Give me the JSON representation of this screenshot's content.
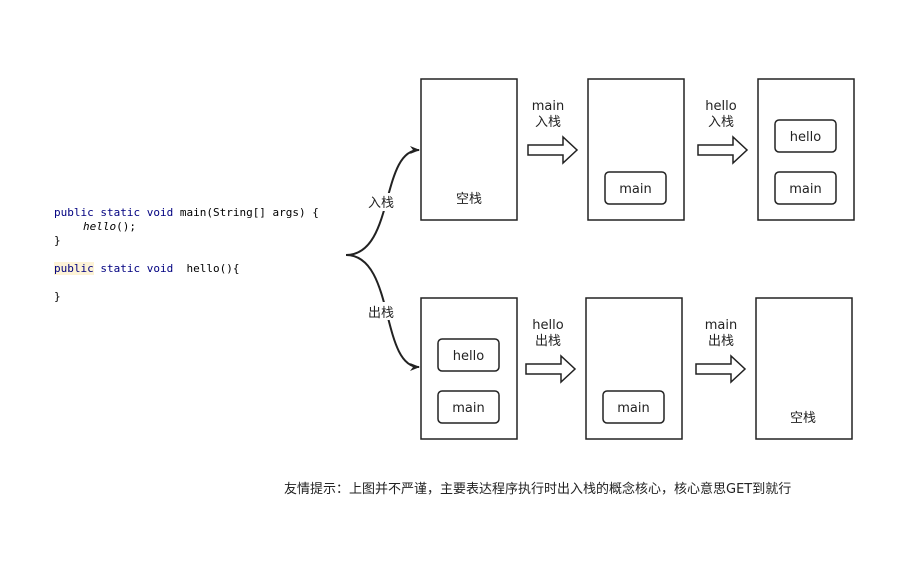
{
  "code": {
    "line1_kw": "public static void",
    "line1_rest": " main(String[] args) {",
    "line2": "hello",
    "line2_rest": "();",
    "line3": "}",
    "line5_public": "public",
    "line5_kw": " static void",
    "line5_rest": "  hello(){",
    "line7": "}"
  },
  "branches": {
    "push": "入栈",
    "pop": "出栈"
  },
  "top_row": {
    "stack1": {
      "label": "空栈"
    },
    "arrow1": {
      "line1": "main",
      "line2": "入栈"
    },
    "stack2": {
      "frames": [
        "main"
      ]
    },
    "arrow2": {
      "line1": "hello",
      "line2": "入栈"
    },
    "stack3": {
      "frames": [
        "hello",
        "main"
      ]
    }
  },
  "bottom_row": {
    "stack1": {
      "frames": [
        "hello",
        "main"
      ]
    },
    "arrow1": {
      "line1": "hello",
      "line2": "出栈"
    },
    "stack2": {
      "frames": [
        "main"
      ]
    },
    "arrow2": {
      "line1": "main",
      "line2": "出栈"
    },
    "stack3": {
      "label": "空栈"
    }
  },
  "note": "友情提示：上图并不严谨，主要表达程序执行时出入栈的概念核心，核心意思GET到就行"
}
